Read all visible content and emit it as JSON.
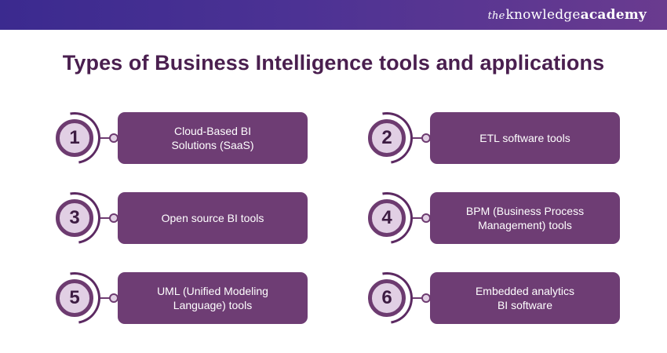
{
  "header": {
    "brand_prefix": "the",
    "brand_main": "knowledge",
    "brand_strong": "academy"
  },
  "title": "Types of Business Intelligence tools and applications",
  "items": [
    {
      "number": "1",
      "label": "Cloud-Based BI\nSolutions (SaaS)"
    },
    {
      "number": "2",
      "label": "ETL software tools"
    },
    {
      "number": "3",
      "label": "Open source BI tools"
    },
    {
      "number": "4",
      "label": "BPM (Business Process\nManagement) tools"
    },
    {
      "number": "5",
      "label": "UML (Unified Modeling\nLanguage) tools"
    },
    {
      "number": "6",
      "label": "Embedded analytics\nBI software"
    }
  ],
  "colors": {
    "header_gradient_start": "#3b2a8f",
    "header_gradient_end": "#6a3b8f",
    "title": "#4a1f4f",
    "card": "#6e3d74",
    "circle_fill": "#e1cfe4",
    "circle_border": "#6d3b70"
  }
}
